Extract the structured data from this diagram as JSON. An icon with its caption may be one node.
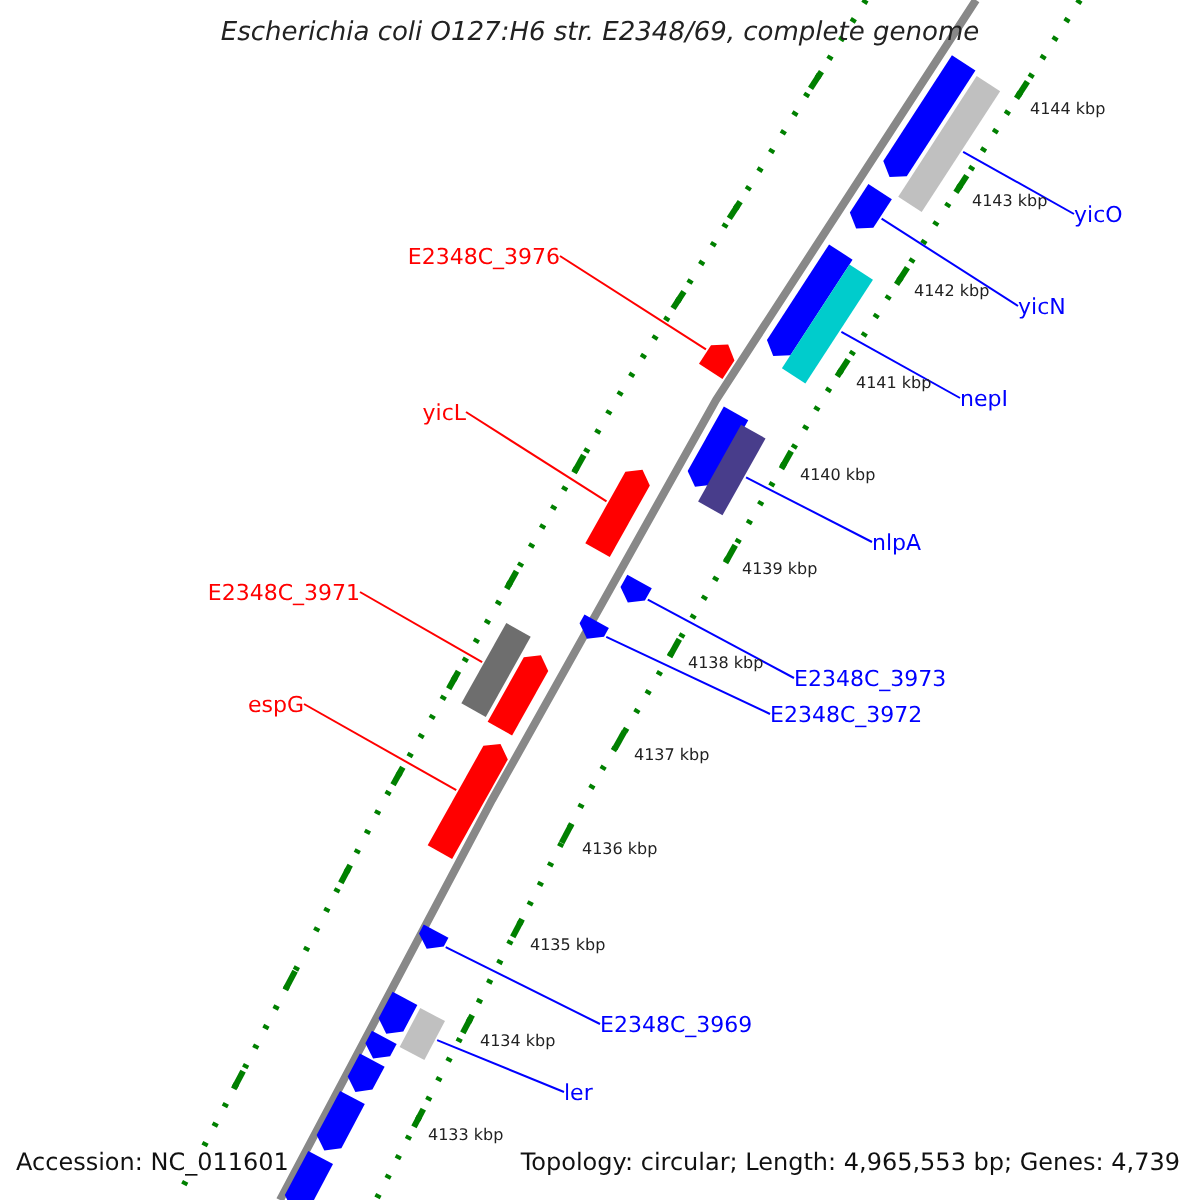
{
  "diagram": {
    "title": "Escherichia coli O127:H6 str. E2348/69, complete genome",
    "nodes": [
      {
        "text": [
          "yicO"
        ]
      },
      {
        "text": [
          "E2348C_3976"
        ]
      },
      {
        "text": [
          "yicN"
        ]
      },
      {
        "text": [
          "nepI"
        ]
      },
      {
        "text": [
          "yicL"
        ]
      },
      {
        "text": [
          "nlpA"
        ]
      },
      {
        "text": [
          "E2348C_3971"
        ]
      },
      {
        "text": [
          "E2348C_3973"
        ]
      },
      {
        "text": [
          "espG"
        ]
      },
      {
        "text": [
          "E2348C_3972"
        ]
      },
      {
        "text": [
          "E2348C_3969"
        ]
      },
      {
        "text": [
          "ler"
        ]
      },
      {
        "text": [],
        "shape": "box"
      },
      {
        "text": [],
        "shape": "box"
      },
      {
        "text": [],
        "shape": "box"
      },
      {
        "text": [],
        "shape": "box"
      },
      {
        "text": [],
        "shape": "box"
      },
      {
        "text": [],
        "shape": "box"
      },
      {
        "text": [],
        "shape": "box"
      },
      {
        "text": [],
        "shape": "box"
      },
      {
        "text": [],
        "shape": "box"
      },
      {
        "text": [],
        "shape": "box"
      },
      {
        "text": [],
        "shape": "box"
      },
      {
        "text": [],
        "shape": "box"
      },
      {
        "text": [],
        "shape": "box"
      },
      {
        "text": [],
        "shape": "box"
      },
      {
        "text": [],
        "shape": "box"
      },
      {
        "text": [],
        "shape": "box"
      },
      {
        "text": [],
        "shape": "box"
      },
      {
        "text": [],
        "shape": "box"
      },
      {
        "text": [],
        "shape": "box"
      },
      {
        "text": [],
        "shape": "box"
      },
      {
        "text": [],
        "shape": "box"
      }
    ],
    "edges": [
      {
        "from": 0,
        "to": 13,
        "arrow": "none"
      },
      {
        "from": 1,
        "to": 17,
        "arrow": "none",
        "color": "#ff0000"
      },
      {
        "from": 2,
        "to": 14,
        "arrow": "none"
      },
      {
        "from": 3,
        "to": 16,
        "arrow": "none"
      },
      {
        "from": 4,
        "to": 20,
        "arrow": "none",
        "color": "#ff0000"
      },
      {
        "from": 5,
        "to": 19,
        "arrow": "none"
      },
      {
        "from": 6,
        "to": 23,
        "arrow": "none",
        "color": "#ff0000"
      },
      {
        "from": 7,
        "to": 21,
        "arrow": "none"
      },
      {
        "from": 8,
        "to": 25,
        "arrow": "none",
        "color": "#ff0000"
      },
      {
        "from": 9,
        "to": 22,
        "arrow": "none"
      },
      {
        "from": 10,
        "to": 26,
        "arrow": "none"
      },
      {
        "from": 11,
        "to": 28,
        "arrow": "none"
      }
    ],
    "labels": [
      "4144 kbp",
      "4143 kbp",
      "4142 kbp",
      "4141 kbp",
      "4140 kbp",
      "4139 kbp",
      "4138 kbp",
      "4137 kbp",
      "4136 kbp",
      "4135 kbp",
      "4134 kbp",
      "4133 kbp",
      "Accession: NC_011601",
      "Topology: circular; Length: 4,965,553 bp; Genes: 4,739"
    ]
  }
}
